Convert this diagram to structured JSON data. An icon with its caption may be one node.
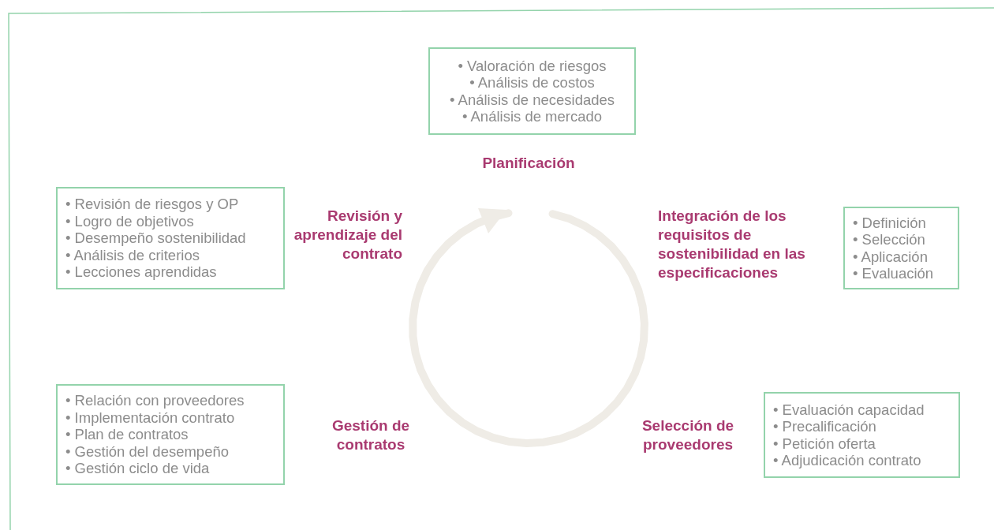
{
  "diagram": {
    "nodes": [
      {
        "text": [
          "• Valoración de riesgos",
          "• Análisis de costos",
          "• Análisis de necesidades",
          "• Análisis de mercado"
        ]
      },
      {
        "text": [
          "• Revisión de riesgos y OP",
          "• Logro de objetivos",
          "• Desempeño sostenibilidad",
          "• Análisis de criterios",
          "• Lecciones aprendidas"
        ]
      },
      {
        "text": [
          "• Definición",
          "• Selección",
          "• Aplicación",
          "• Evaluación"
        ]
      },
      {
        "text": [
          "• Relación con proveedores",
          "• Implementación contrato",
          "• Plan de contratos",
          "• Gestión del desempeño",
          "• Gestión ciclo de vida"
        ]
      },
      {
        "text": [
          "• Evaluación capacidad",
          "• Precalificación",
          "• Petición oferta",
          "• Adjudicación contrato"
        ]
      }
    ],
    "edges": [],
    "labels": [
      "Planificación",
      "Revisión y aprendizaje del contrato",
      "Integración de los requisitos de sostenibilidad en las especificaciones",
      "Gestión de contratos",
      "Selección de proveedores"
    ]
  }
}
